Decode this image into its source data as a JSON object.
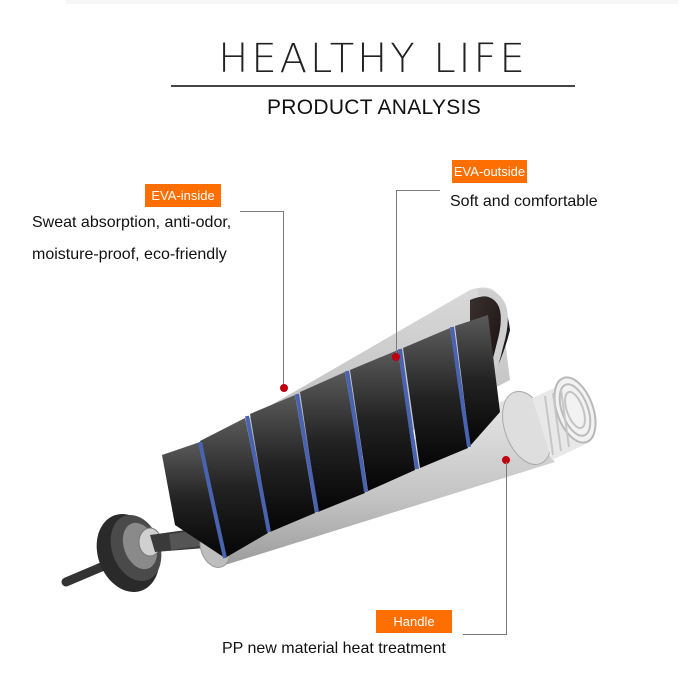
{
  "header": {
    "title": "HEALTHY LIFE",
    "subtitle": "PRODUCT ANALYSIS"
  },
  "callouts": [
    {
      "id": "eva-inside",
      "label": "EVA-inside",
      "description_lines": [
        "Sweat absorption, anti-odor,",
        "moisture-proof, eco-friendly"
      ]
    },
    {
      "id": "eva-outside",
      "label": "EVA-outside",
      "description_lines": [
        "Soft and comfortable"
      ]
    },
    {
      "id": "handle",
      "label": "Handle",
      "description_lines": [
        "PP new material heat treatment"
      ]
    }
  ],
  "colors": {
    "badge": "#ff6e00",
    "marker": "#c00010",
    "leader_line": "#7a7a7a",
    "foam_black": "#1a1a1a",
    "accent_blue": "#4a63b0",
    "handle_gray": "#c8c8c8"
  },
  "illustration": {
    "subject": "jump-rope-handle-cutaway",
    "parts": [
      "outer-eva-sleeve",
      "inner-eva-sleeve",
      "pp-handle-core",
      "threaded-end-cap",
      "bearing-swivel",
      "rope-cable"
    ]
  }
}
